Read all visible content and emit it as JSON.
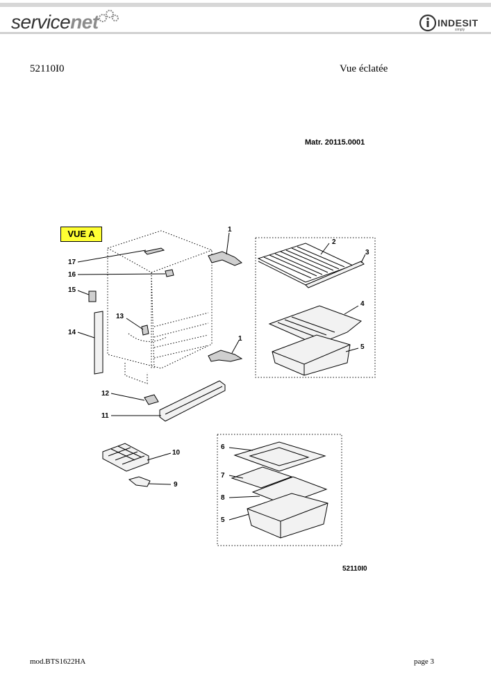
{
  "header": {
    "brand_service": "service",
    "brand_net": "net",
    "logo_word": "INDESIT",
    "logo_tagline": "simply"
  },
  "document": {
    "id": "52110I0",
    "view_title": "Vue éclatée",
    "matr": "Matr. 20115.0001",
    "view_label": "VUE A",
    "drawing_code": "52110I0"
  },
  "parts": {
    "p1a": "1",
    "p1b": "1",
    "p2": "2",
    "p3": "3",
    "p4": "4",
    "p5a": "5",
    "p6": "6",
    "p7": "7",
    "p8": "8",
    "p5b": "5",
    "p9": "9",
    "p10": "10",
    "p11": "11",
    "p12": "12",
    "p13": "13",
    "p14": "14",
    "p15": "15",
    "p16": "16",
    "p17": "17"
  },
  "footer": {
    "model": "mod.BTS1622HA",
    "page": "page 3"
  },
  "colors": {
    "highlight": "#ffff33",
    "rule": "#d0d0d0"
  }
}
